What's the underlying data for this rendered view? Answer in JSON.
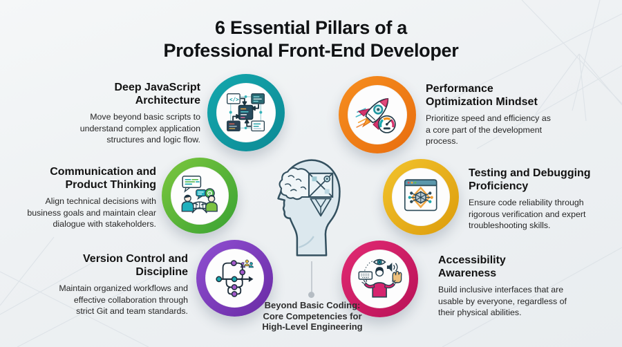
{
  "header": {
    "title_line1": "6 Essential Pillars of a",
    "title_line2": "Professional Front-End Developer"
  },
  "center": {
    "illustration": "head-brain-icon",
    "caption_line1": "Beyond Basic Coding:",
    "caption_line2": "Core Competencies for",
    "caption_line3": "High-Level Engineering"
  },
  "pillars": [
    {
      "id": "deep-javascript-architecture",
      "position": "top-left",
      "title": "Deep JavaScript Architecture",
      "description": "Move beyond basic scripts to understand complex application structures and logic flow.",
      "icon": "code-flowchart-icon",
      "ring_color": "#14a7ad",
      "ring_color_dark": "#0c8a95"
    },
    {
      "id": "performance-optimization-mindset",
      "position": "top-right",
      "title": "Performance Optimization Mindset",
      "description": "Prioritize speed and efficiency as a core part of the development process.",
      "icon": "rocket-gauge-icon",
      "ring_color": "#f68e1f",
      "ring_color_dark": "#e86d0e"
    },
    {
      "id": "communication-and-product-thinking",
      "position": "middle-left",
      "title": "Communication and Product Thinking",
      "description": "Align technical decisions with business goals and maintain clear dialogue with stakeholders.",
      "icon": "people-bridge-icon",
      "ring_color": "#7dc73e",
      "ring_color_dark": "#38a233"
    },
    {
      "id": "testing-and-debugging-proficiency",
      "position": "middle-right",
      "title": "Testing and Debugging Proficiency",
      "description": "Ensure code reliability through rigorous verification and expert troubleshooting skills.",
      "icon": "browser-network-icon",
      "ring_color": "#f2c32c",
      "ring_color_dark": "#dc9c0c"
    },
    {
      "id": "version-control-and-discipline",
      "position": "bottom-left",
      "title": "Version Control and Discipline",
      "description": "Maintain organized workflows and effective collaboration through strict Git and team standards.",
      "icon": "git-graph-icon",
      "ring_color": "#9050d2",
      "ring_color_dark": "#692aa4"
    },
    {
      "id": "accessibility-awareness",
      "position": "bottom-right",
      "title": "Accessibility Awareness",
      "description": "Build inclusive interfaces that are usable by everyone, regardless of their physical abilities.",
      "icon": "inclusive-person-icon",
      "ring_color": "#e22a73",
      "ring_color_dark": "#b81257"
    }
  ]
}
